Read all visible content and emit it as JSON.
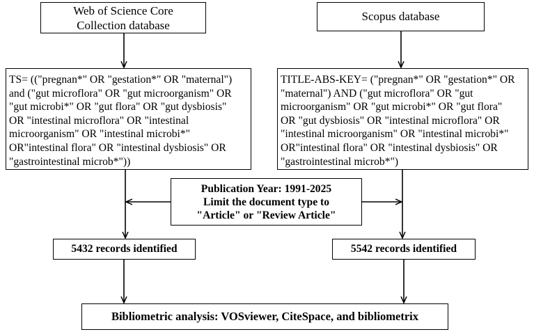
{
  "wos": {
    "lines": [
      "Web of Science Core",
      "Collection database"
    ]
  },
  "scopus": {
    "label": "Scopus database"
  },
  "wos_query": {
    "lines": [
      "TS= ((\"pregnan*\" OR \"gestation*\" OR \"maternal\")",
      "and (\"gut microflora\" OR \"gut microorganism\" OR",
      "\"gut microbi*\" OR \"gut flora\" OR \"gut dysbiosis\"",
      "OR \"intestinal microflora\" OR \"intestinal",
      "microorganism\" OR \"intestinal microbi*\"",
      "OR\"intestinal flora\" OR \"intestinal dysbiosis\" OR",
      "\"gastrointestinal microb*\"))"
    ]
  },
  "scopus_query": {
    "lines": [
      "TITLE-ABS-KEY= (\"pregnan*\" OR \"gestation*\" OR",
      "\"maternal\") AND (\"gut microflora\" OR \"gut",
      "microorganism\" OR \"gut microbi*\" OR \"gut flora\"",
      "OR \"gut dysbiosis\" OR \"intestinal microflora\" OR",
      "\"intestinal microorganism\" OR \"intestinal microbi*\"",
      "OR\"intestinal flora\" OR \"intestinal dysbiosis\" OR",
      "\"gastrointestinal microb*\")"
    ]
  },
  "filter": {
    "lines": [
      "Publication Year: 1991-2025",
      "Limit the document type to",
      "\"Article\" or \"Review Article\""
    ]
  },
  "wos_count": {
    "label": "5432 records identified"
  },
  "scopus_count": {
    "label": "5542 records identified"
  },
  "analysis": {
    "label": "Bibliometric analysis: VOSviewer, CiteSpace, and bibliometrix"
  }
}
